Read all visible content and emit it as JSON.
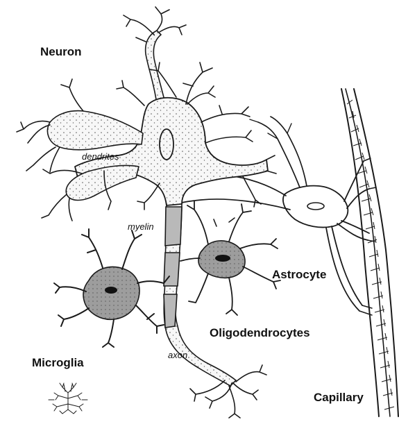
{
  "labels": {
    "neuron": "Neuron",
    "dendrites": "dendrites",
    "myelin": "myelin",
    "astrocyte": "Astrocyte",
    "oligodendrocytes": "Oligodendrocytes",
    "microglia": "Microglia",
    "axon": "axon",
    "capillary": "Capillary"
  },
  "colors": {
    "ink": "#1a1a1a",
    "neuron_fill": "#f7f7f7",
    "myelin_fill": "#b9b9b9",
    "glia_fill": "#9d9d9d",
    "nucleus": "#111111"
  }
}
